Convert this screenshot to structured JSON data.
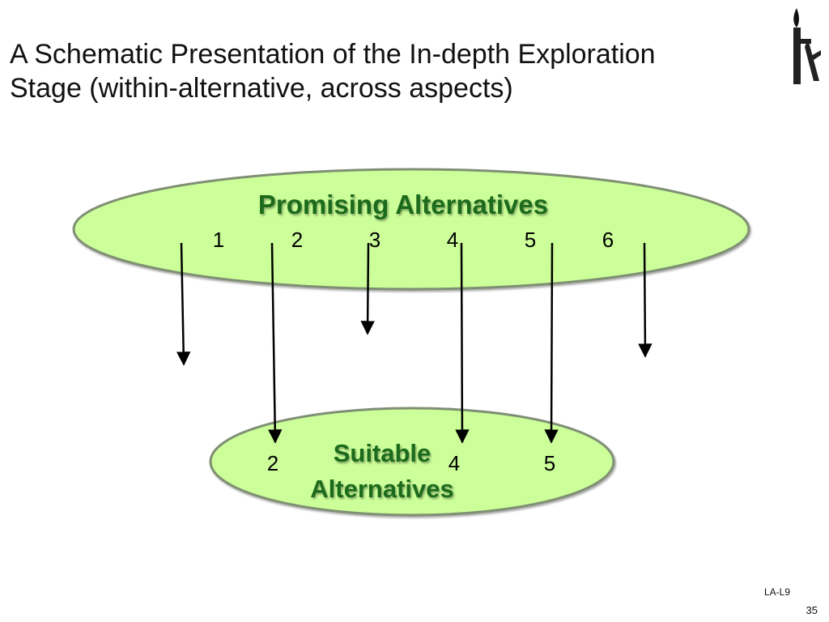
{
  "title": {
    "line1": "A Schematic Presentation of the In-depth Exploration",
    "line2": "Stage (within-alternative, across aspects)"
  },
  "diagram": {
    "promising": {
      "label": "Promising Alternatives",
      "numbers": [
        "1",
        "2",
        "3",
        "4",
        "5",
        "6"
      ]
    },
    "suitable": {
      "label_line1": "Suitable",
      "label_line2": "Alternatives",
      "numbers": [
        "2",
        "4",
        "5"
      ]
    },
    "colors": {
      "ellipse_fill": "#ccff99",
      "ellipse_stroke": "#7f8f73",
      "label_text": "#1a6b1a",
      "arrow": "#000000"
    }
  },
  "footer": {
    "tag": "LA-L9",
    "page_number": "35"
  },
  "logo": {
    "icon": "torch-figure-icon"
  }
}
